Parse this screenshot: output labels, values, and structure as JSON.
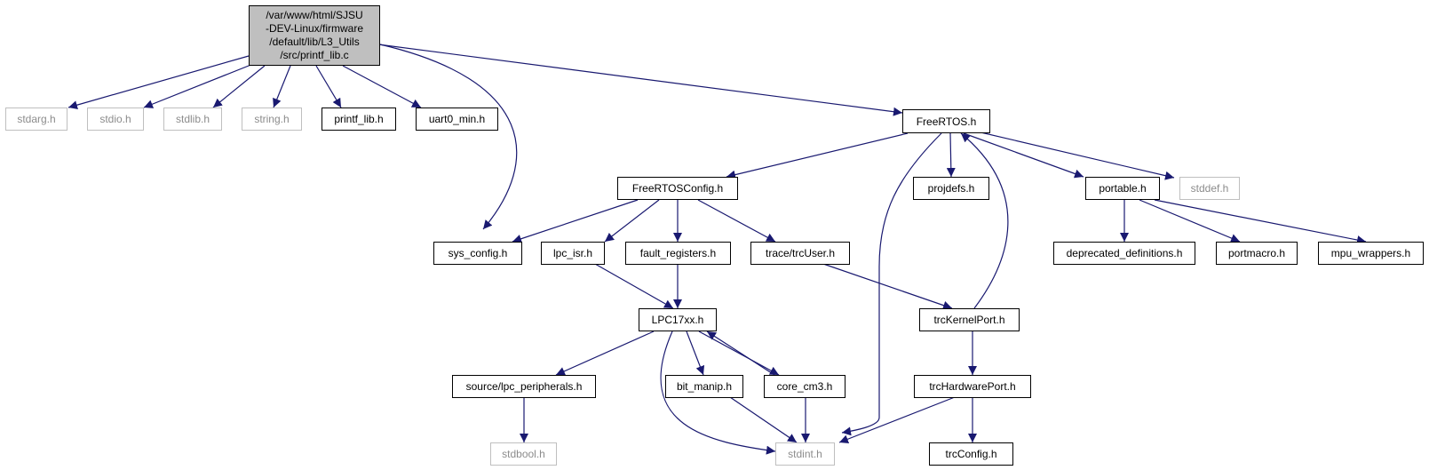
{
  "colors": {
    "edge": "#191970",
    "root_fill": "#bfbfbf",
    "external_border": "#bfbfbf",
    "external_text": "#8c8c8c"
  },
  "nodes": {
    "root": [
      "/var/www/html/SJSU",
      "-DEV-Linux/firmware",
      "/default/lib/L3_Utils",
      "/src/printf_lib.c"
    ],
    "stdarg": "stdarg.h",
    "stdio": "stdio.h",
    "stdlib": "stdlib.h",
    "string": "string.h",
    "printf_lib": "printf_lib.h",
    "uart0_min": "uart0_min.h",
    "freertos": "FreeRTOS.h",
    "freertosconfig": "FreeRTOSConfig.h",
    "projdefs": "projdefs.h",
    "portable": "portable.h",
    "stddef": "stddef.h",
    "sys_config": "sys_config.h",
    "lpc_isr": "lpc_isr.h",
    "fault_registers": "fault_registers.h",
    "trcuser": "trace/trcUser.h",
    "deprecated": "deprecated_definitions.h",
    "portmacro": "portmacro.h",
    "mpu_wrappers": "mpu_wrappers.h",
    "lpc17xx": "LPC17xx.h",
    "trckernelport": "trcKernelPort.h",
    "lpc_peripherals": "source/lpc_peripherals.h",
    "bit_manip": "bit_manip.h",
    "core_cm3": "core_cm3.h",
    "trchardwareport": "trcHardwarePort.h",
    "stdbool": "stdbool.h",
    "stdint": "stdint.h",
    "trcconfig": "trcConfig.h"
  }
}
